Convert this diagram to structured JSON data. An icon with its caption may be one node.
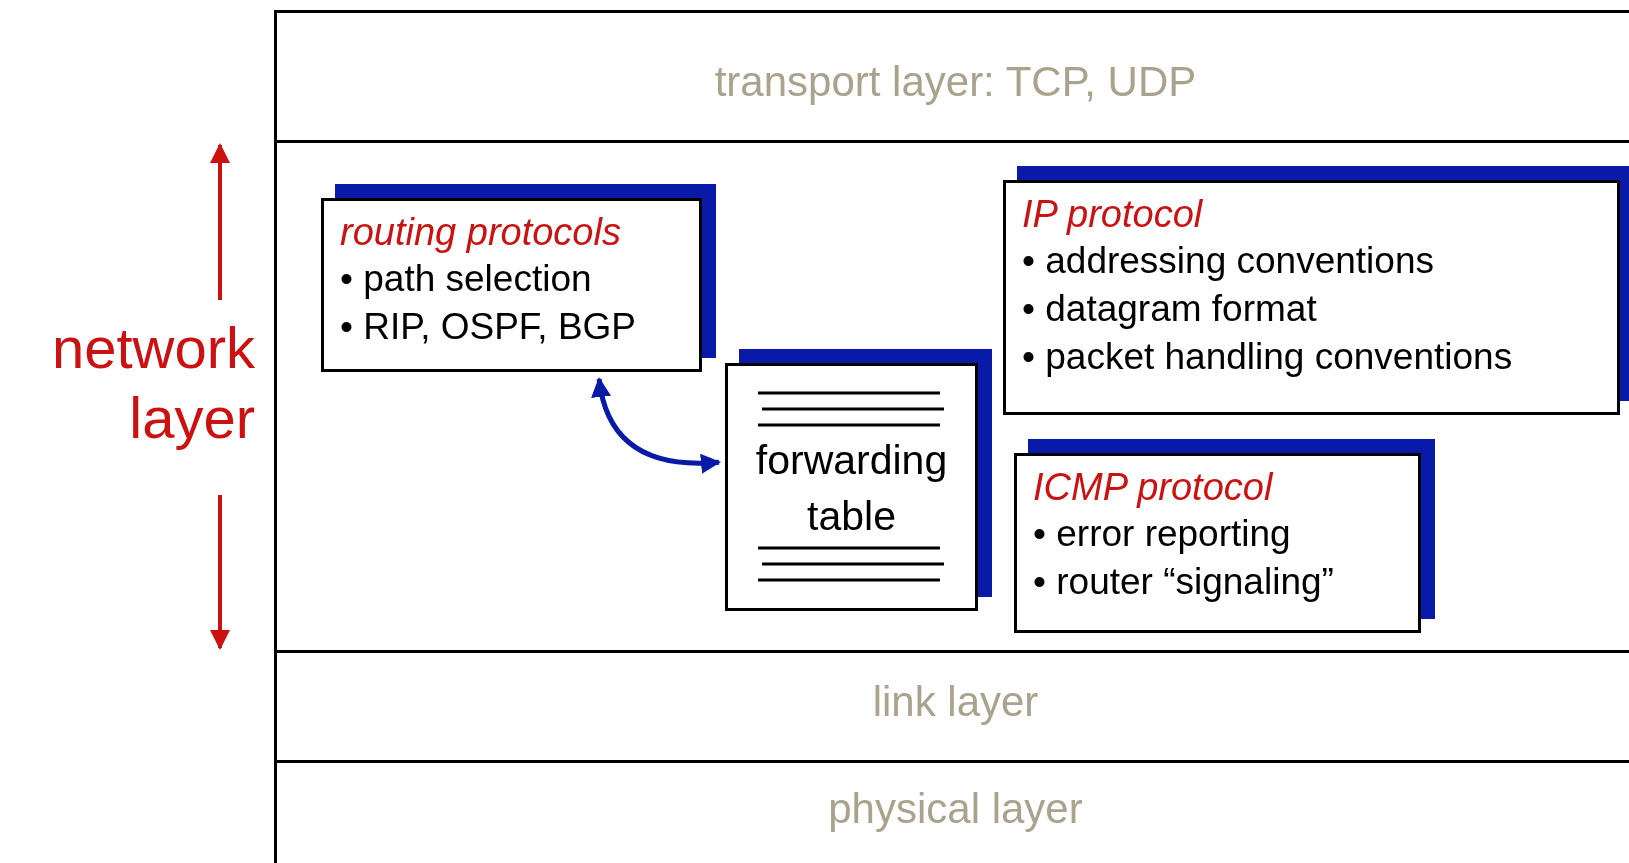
{
  "diagram": {
    "nodes": [
      {
        "text": [
          "transport layer: TCP, UDP"
        ]
      },
      {
        "text": [
          "network layer"
        ]
      },
      {
        "text": [
          "routing protocols",
          "• path selection",
          "• RIP, OSPF, BGP"
        ],
        "in": 1
      },
      {
        "text": [
          "forwarding table"
        ],
        "in": 1
      },
      {
        "text": [
          "IP protocol",
          "• addressing conventions",
          "• datagram format",
          "• packet handling conventions"
        ],
        "in": 1
      },
      {
        "text": [
          "ICMP protocol",
          "• error reporting",
          "• router “signaling”"
        ],
        "in": 1
      },
      {
        "text": [
          "link layer"
        ]
      },
      {
        "text": [
          "physical layer"
        ]
      }
    ],
    "edges": [
      {
        "from": 2,
        "to": 3,
        "arrow": "both"
      }
    ]
  }
}
